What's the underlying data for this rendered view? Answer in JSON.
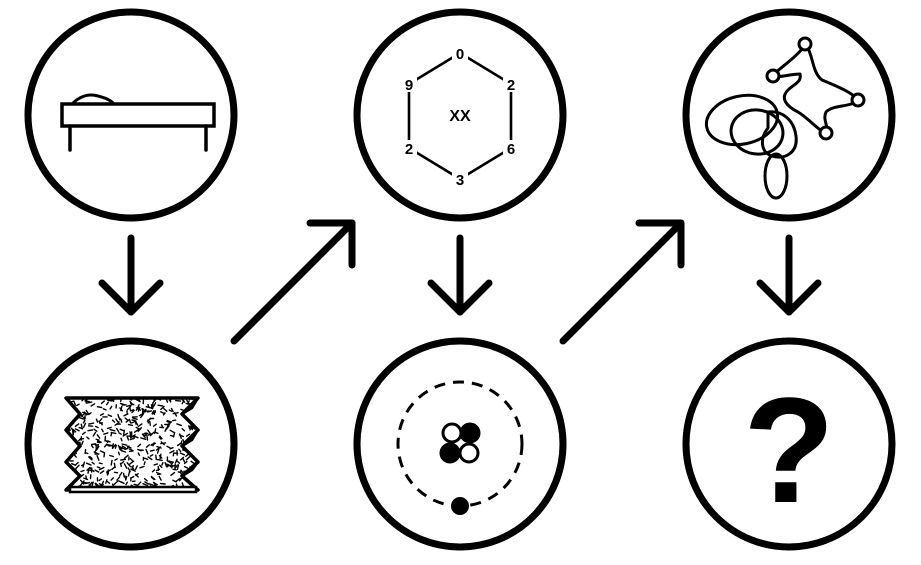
{
  "diagram": {
    "nodes": [
      {
        "id": "bed",
        "icon": "bed-icon"
      },
      {
        "id": "folded-layers",
        "icon": "folded-layers-icon"
      },
      {
        "id": "hexagon",
        "icon": "hexagon-ring-icon",
        "labels": {
          "top": "0",
          "upper_right": "2",
          "lower_right": "6",
          "bottom": "3",
          "lower_left": "2",
          "upper_left": "9",
          "center": "XX"
        }
      },
      {
        "id": "atom",
        "icon": "atom-icon"
      },
      {
        "id": "tangled-loops",
        "icon": "tangled-loops-icon"
      },
      {
        "id": "unknown",
        "icon": "question-mark-icon",
        "label": "?"
      }
    ],
    "arrows": [
      {
        "from": "bed",
        "to": "folded-layers",
        "direction": "down"
      },
      {
        "from": "folded-layers",
        "to": "hexagon",
        "direction": "up-right"
      },
      {
        "from": "hexagon",
        "to": "atom",
        "direction": "down"
      },
      {
        "from": "atom",
        "to": "tangled-loops",
        "direction": "up-right"
      },
      {
        "from": "tangled-loops",
        "to": "unknown",
        "direction": "down"
      }
    ]
  }
}
